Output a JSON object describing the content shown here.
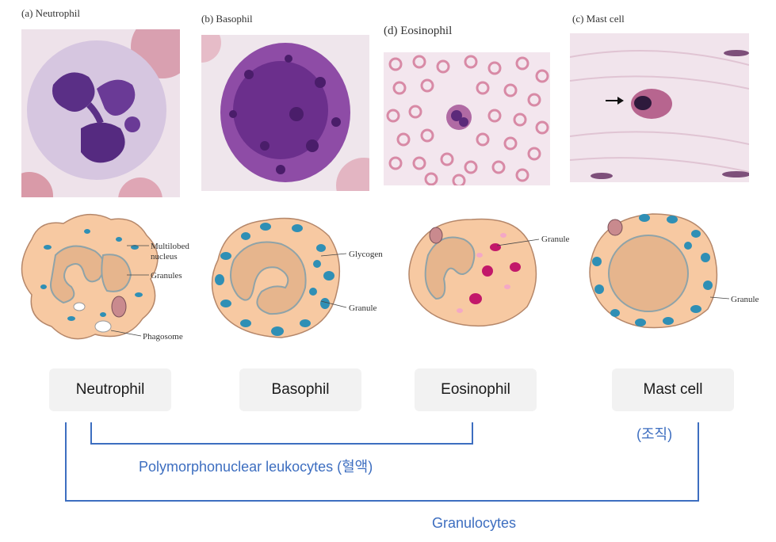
{
  "captions": {
    "neutrophil": "(a) Neutrophil",
    "basophil": "(b) Basophil",
    "eosinophil": "(d) Eosinophil",
    "mast": "(c) Mast cell"
  },
  "diagram_labels": {
    "multilobed": "Multilobed",
    "nucleus": "nucleus",
    "granules": "Granules",
    "phagosome": "Phagosome",
    "glycogen": "Glycogen",
    "granule_baso": "Granule",
    "granule_eos": "Granule",
    "granule_mast": "Granule"
  },
  "boxes": {
    "neutrophil": "Neutrophil",
    "basophil": "Basophil",
    "eosinophil": "Eosinophil",
    "mast": "Mast cell"
  },
  "groups": {
    "tissue": "(조직)",
    "pmn": "Polymorphonuclear leukocytes (혈액)",
    "granulocytes": "Granulocytes"
  },
  "colors": {
    "bracket_blue": "#3d6ec0",
    "cell_body": "#f7c9a2",
    "granule_blue": "#2f8fb5",
    "eos_granule": "#c2186a"
  }
}
